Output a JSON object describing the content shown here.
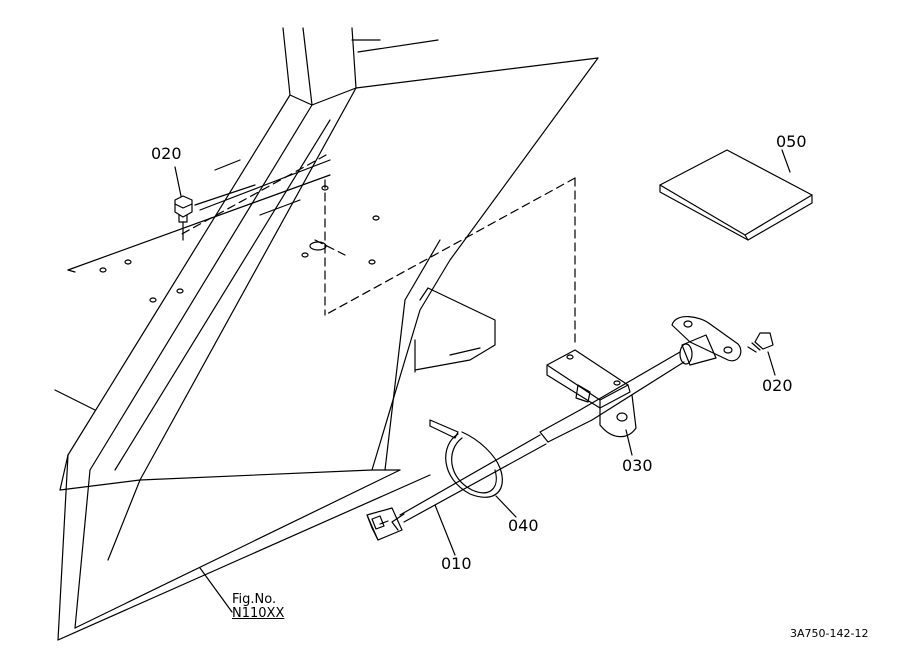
{
  "parts": {
    "bolt_left": "020",
    "bolt_right": "020",
    "bracket": "030",
    "cable_tie": "040",
    "harness": "010",
    "label_sheet": "050"
  },
  "figure": {
    "caption": "Fig.No.",
    "number": "N110XX"
  },
  "drawing_code": "3A750-142-12"
}
